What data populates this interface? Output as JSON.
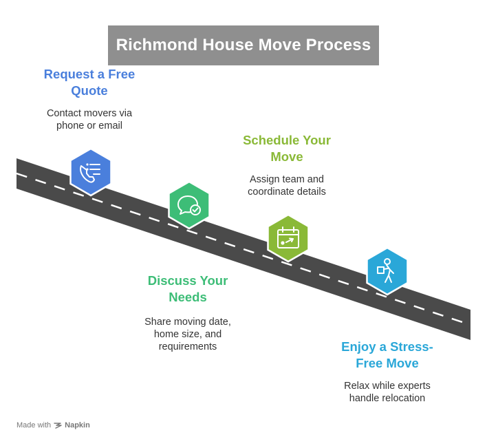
{
  "title": "Richmond House Move Process",
  "steps": [
    {
      "title": "Request a Free Quote",
      "title_lines": [
        "Request a Free",
        "Quote"
      ],
      "desc_lines": [
        "Contact movers via",
        "phone or email"
      ],
      "color": "#4a7fdc",
      "icon": "phone-list-icon"
    },
    {
      "title": "Discuss Your Needs",
      "title_lines": [
        "Discuss Your",
        "Needs"
      ],
      "desc_lines": [
        "Share moving date,",
        "home size, and",
        "requirements"
      ],
      "color": "#3dbd77",
      "icon": "chat-check-icon"
    },
    {
      "title": "Schedule Your Move",
      "title_lines": [
        "Schedule Your",
        "Move"
      ],
      "desc_lines": [
        "Assign team and",
        "coordinate details"
      ],
      "color": "#8ab937",
      "icon": "calendar-icon"
    },
    {
      "title": "Enjoy a Stress-Free Move",
      "title_lines": [
        "Enjoy a Stress-",
        "Free Move"
      ],
      "desc_lines": [
        "Relax while experts",
        "handle relocation"
      ],
      "color": "#2aa7d8",
      "icon": "mover-carrying-box-icon"
    }
  ],
  "colors": {
    "road": "#4a4a4a",
    "title_bg": "#8f8f8f"
  },
  "footer": {
    "made_with": "Made with",
    "brand": "Napkin"
  }
}
